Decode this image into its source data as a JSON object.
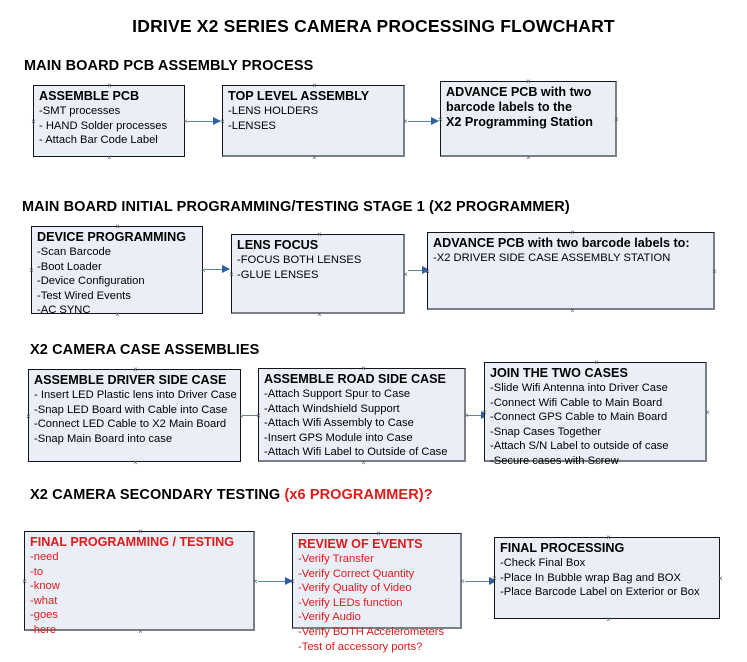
{
  "title": "IDRIVE X2  SERIES CAMERA PROCESSING FLOWCHART",
  "colors": {
    "box_fill": "#e9eef7",
    "box_border": "#12161c",
    "box_shadow": "#7b7f87",
    "arrow": "#5b84b1",
    "arrow_head": "#2f5f9e",
    "red_text": "#e01b1b",
    "text": "#000000",
    "background": "#ffffff"
  },
  "sections": [
    {
      "heading": "MAIN BOARD PCB ASSEMBLY PROCESS",
      "heading_red": "",
      "boxes": [
        {
          "title": "ASSEMBLE PCB",
          "lines": [
            "-SMT processes",
            "- HAND Solder processes",
            "- Attach Bar Code Label"
          ]
        },
        {
          "title": "TOP LEVEL ASSEMBLY",
          "lines": [
            "-LENS HOLDERS",
            "-LENSES"
          ]
        },
        {
          "title": "ADVANCE PCB with two",
          "lines": [
            "barcode labels to the",
            " X2 Programming Station"
          ]
        }
      ]
    },
    {
      "heading": "MAIN BOARD INITIAL PROGRAMMING/TESTING STAGE 1 (X2 PROGRAMMER)",
      "heading_red": "",
      "boxes": [
        {
          "title": "DEVICE PROGRAMMING",
          "lines": [
            "-Scan Barcode",
            "-Boot Loader",
            "-Device Configuration",
            "-Test Wired Events",
            "-AC SYNC"
          ]
        },
        {
          "title": "LENS FOCUS",
          "lines": [
            "-FOCUS BOTH LENSES",
            "-GLUE LENSES"
          ]
        },
        {
          "title": "ADVANCE PCB with two barcode labels to:",
          "lines": [
            "-X2 DRIVER  SIDE  CASE  ASSEMBLY STATION"
          ]
        }
      ]
    },
    {
      "heading": "X2 CAMERA CASE ASSEMBLIES",
      "heading_red": "",
      "boxes": [
        {
          "title": "ASSEMBLE DRIVER SIDE CASE",
          "lines": [
            "- Insert LED Plastic lens into Driver Case",
            "-Snap LED Board with Cable into Case",
            "-Connect LED Cable to X2 Main Board",
            "-Snap Main Board into case"
          ]
        },
        {
          "title": "ASSEMBLE ROAD SIDE CASE",
          "lines": [
            "-Attach Support Spur to Case",
            "-Attach Windshield Support",
            "-Attach Wifi Assembly to Case",
            "-Insert GPS Module into Case",
            "-Attach Wifi Label to Outside of Case"
          ]
        },
        {
          "title": "JOIN THE TWO CASES",
          "lines": [
            "-Slide Wifi Antenna into Driver Case",
            "-Connect Wifi Cable to Main Board",
            "-Connect GPS Cable to Main Board",
            "-Snap Cases Together",
            "-Attach S/N Label to outside of case",
            "-Secure cases with Screw"
          ]
        }
      ]
    },
    {
      "heading": "X2 CAMERA SECONDARY TESTING ",
      "heading_red": "(x6 PROGRAMMER)?",
      "boxes": [
        {
          "title": "FINAL PROGRAMMING / TESTING",
          "lines": [
            "-need",
            "-to",
            "-know",
            "-what",
            "-goes",
            "-here"
          ]
        },
        {
          "title": "REVIEW OF EVENTS",
          "lines": [
            "-Verify Transfer",
            "-Verify Correct Quantity",
            "-Verify Quality of Video",
            "-Verify LEDs function",
            "-Verify Audio",
            "-Verify BOTH Accelerometers",
            "-Test of accessory ports?"
          ]
        },
        {
          "title": "FINAL PROCESSING",
          "lines": [
            " -Check Final Box",
            "-Place In Bubble wrap Bag and BOX",
            "-Place Barcode Label on Exterior or Box"
          ]
        }
      ]
    }
  ]
}
